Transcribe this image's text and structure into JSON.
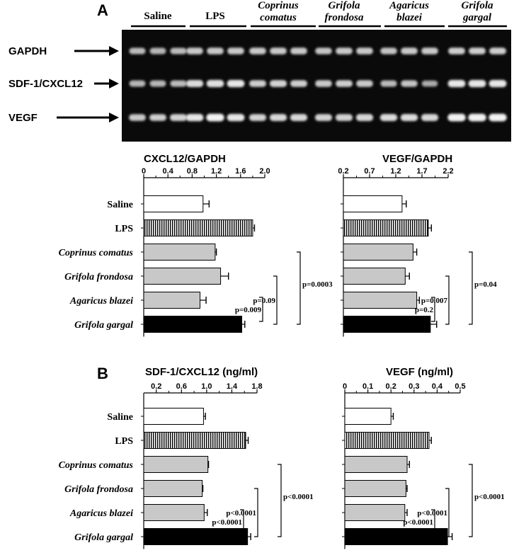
{
  "panels": {
    "a": "A",
    "b": "B"
  },
  "gel": {
    "groups": [
      "Saline",
      "LPS",
      "Coprinus comatus",
      "Grifola frondosa",
      "Agaricus blazei",
      "Grifola gargal"
    ],
    "group_lines": [
      [
        "Saline"
      ],
      [
        "LPS"
      ],
      [
        "Coprinus",
        "comatus"
      ],
      [
        "Grifola",
        "frondosa"
      ],
      [
        "Agaricus",
        "blazei"
      ],
      [
        "Grifola",
        "gargal"
      ]
    ],
    "genes": [
      "GAPDH",
      "SDF-1/CXCL12",
      "VEGF"
    ],
    "band_intensity": {
      "GAPDH": [
        0.72,
        0.7,
        0.72,
        0.78,
        0.78,
        0.78,
        0.78,
        0.78,
        0.78,
        0.76,
        0.78,
        0.78,
        0.76,
        0.78,
        0.78,
        0.8,
        0.8,
        0.8
      ],
      "SDF-1/CXCL12": [
        0.7,
        0.7,
        0.72,
        0.86,
        0.88,
        0.9,
        0.8,
        0.82,
        0.8,
        0.78,
        0.8,
        0.78,
        0.72,
        0.76,
        0.66,
        0.9,
        0.9,
        0.9
      ],
      "VEGF": [
        0.78,
        0.8,
        0.82,
        0.9,
        0.95,
        0.9,
        0.82,
        0.84,
        0.84,
        0.82,
        0.82,
        0.84,
        0.86,
        0.86,
        0.84,
        0.95,
        0.95,
        0.95
      ]
    }
  },
  "chart_data": [
    {
      "type": "bar",
      "orientation": "horizontal",
      "title": "CXCL12/GAPDH",
      "categories": [
        "Saline",
        "LPS",
        "Coprinus comatus",
        "Grifola frondosa",
        "Agaricus blazei",
        "Grifola gargal"
      ],
      "values": [
        0.98,
        1.8,
        1.18,
        1.27,
        0.93,
        1.62
      ],
      "errors": [
        0.1,
        0.03,
        0.02,
        0.13,
        0.1,
        0.05
      ],
      "xticks": [
        "0",
        "0.4",
        "0.8",
        "1.2",
        "1.6",
        "2.0"
      ],
      "xlim": [
        0,
        2.0
      ],
      "comparisons": [
        {
          "from": "Agaricus blazei",
          "to": "Grifola gargal",
          "label": "p=0.009"
        },
        {
          "from": "Grifola frondosa",
          "to": "Grifola gargal",
          "label": "p=0.09"
        },
        {
          "from": "Coprinus comatus",
          "to": "Grifola gargal",
          "label": "p=0.0003"
        }
      ]
    },
    {
      "type": "bar",
      "orientation": "horizontal",
      "title": "VEGF/GAPDH",
      "categories": [
        "Saline",
        "LPS",
        "Coprinus comatus",
        "Grifola frondosa",
        "Agaricus blazei",
        "Grifola gargal"
      ],
      "values": [
        1.32,
        1.82,
        1.53,
        1.38,
        1.6,
        1.86
      ],
      "errors": [
        0.08,
        0.06,
        0.07,
        0.08,
        0.05,
        0.12
      ],
      "xticks": [
        "0.2",
        "0.7",
        "1.2",
        "1.7",
        "2.2"
      ],
      "xlim": [
        0.2,
        2.2
      ],
      "comparisons": [
        {
          "from": "Agaricus blazei",
          "to": "Grifola gargal",
          "label": "p=0.2"
        },
        {
          "from": "Grifola frondosa",
          "to": "Grifola gargal",
          "label": "p=0.007"
        },
        {
          "from": "Coprinus comatus",
          "to": "Grifola gargal",
          "label": "p=0.04"
        }
      ]
    },
    {
      "type": "bar",
      "orientation": "horizontal",
      "title": "SDF-1/CXCL12 (ng/ml)",
      "categories": [
        "Saline",
        "LPS",
        "Coprinus comatus",
        "Grifola frondosa",
        "Agaricus blazei",
        "Grifola gargal"
      ],
      "values": [
        0.95,
        1.62,
        1.02,
        0.93,
        0.96,
        1.65
      ],
      "errors": [
        0.03,
        0.04,
        0.01,
        0.01,
        0.05,
        0.05
      ],
      "xticks": [
        "0.2",
        "0.6",
        "1.0",
        "1.4",
        "1.8"
      ],
      "xlim": [
        0,
        1.8
      ],
      "comparisons": [
        {
          "from": "Agaricus blazei",
          "to": "Grifola gargal",
          "label": "p<0.0001"
        },
        {
          "from": "Grifola frondosa",
          "to": "Grifola gargal",
          "label": "p<0.0001"
        },
        {
          "from": "Coprinus comatus",
          "to": "Grifola gargal",
          "label": "p<0.0001"
        }
      ]
    },
    {
      "type": "bar",
      "orientation": "horizontal",
      "title": "VEGF (ng/ml)",
      "categories": [
        "Saline",
        "LPS",
        "Coprinus comatus",
        "Grifola frondosa",
        "Agaricus blazei",
        "Grifola gargal"
      ],
      "values": [
        0.2,
        0.365,
        0.27,
        0.265,
        0.26,
        0.445
      ],
      "errors": [
        0.01,
        0.01,
        0.01,
        0.005,
        0.01,
        0.02
      ],
      "xticks": [
        "0",
        "0.1",
        "0.2",
        "0.3",
        "0.4",
        "0.5"
      ],
      "xlim": [
        0,
        0.5
      ],
      "comparisons": [
        {
          "from": "Agaricus blazei",
          "to": "Grifola gargal",
          "label": "p<0.0001"
        },
        {
          "from": "Grifola frondosa",
          "to": "Grifola gargal",
          "label": "p<0.0001"
        },
        {
          "from": "Coprinus comatus",
          "to": "Grifola gargal",
          "label": "p<0.0001"
        }
      ]
    }
  ],
  "styles": {
    "fills": [
      "white",
      "vstripe",
      "#c8c8c8",
      "#c8c8c8",
      "#c8c8c8",
      "#000000"
    ],
    "gel_background": "#0a0a0a",
    "band_color": "#ffffff"
  }
}
